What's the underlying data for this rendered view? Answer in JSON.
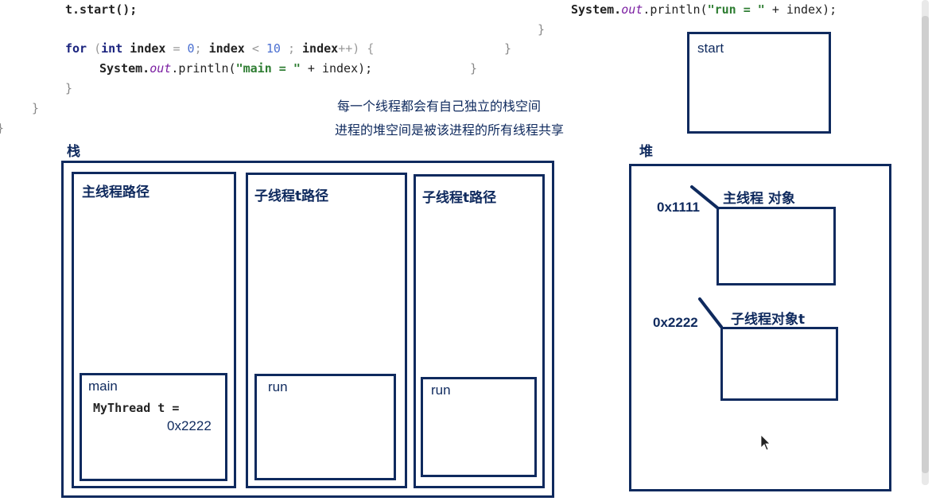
{
  "code": {
    "line1": "t.start();",
    "for_kw": "for",
    "int_kw": "int",
    "index_var": "index",
    "zero": "0",
    "ten": "10",
    "sysout": "System.",
    "out": "out",
    "println": ".println(",
    "main_str": "\"main = \"",
    "run_str": "\"run = \"",
    "plus_index": " + index);",
    "brace_close": "}",
    "brace_open": "{"
  },
  "notes": {
    "line1": "每一个线程都会有自己独立的栈空间",
    "line2": "进程的堆空间是被该进程的所有线程共享"
  },
  "stack": {
    "title": "栈",
    "main_thread": "主线程路径",
    "sub_thread_1": "子线程t路径",
    "sub_thread_2": "子线程t路径",
    "frame_main": "main",
    "frame_main_var": "MyThread t =",
    "frame_main_value": "0x2222",
    "frame_run_1": "run",
    "frame_run_2": "run"
  },
  "heap": {
    "title": "堆",
    "obj1_label": "主线程 对象",
    "obj1_addr": "0x1111",
    "obj2_label": "子线程对象t",
    "obj2_addr": "0x2222"
  },
  "start_box": {
    "label": "start"
  },
  "colors": {
    "diagram": "#0f2a5e"
  }
}
